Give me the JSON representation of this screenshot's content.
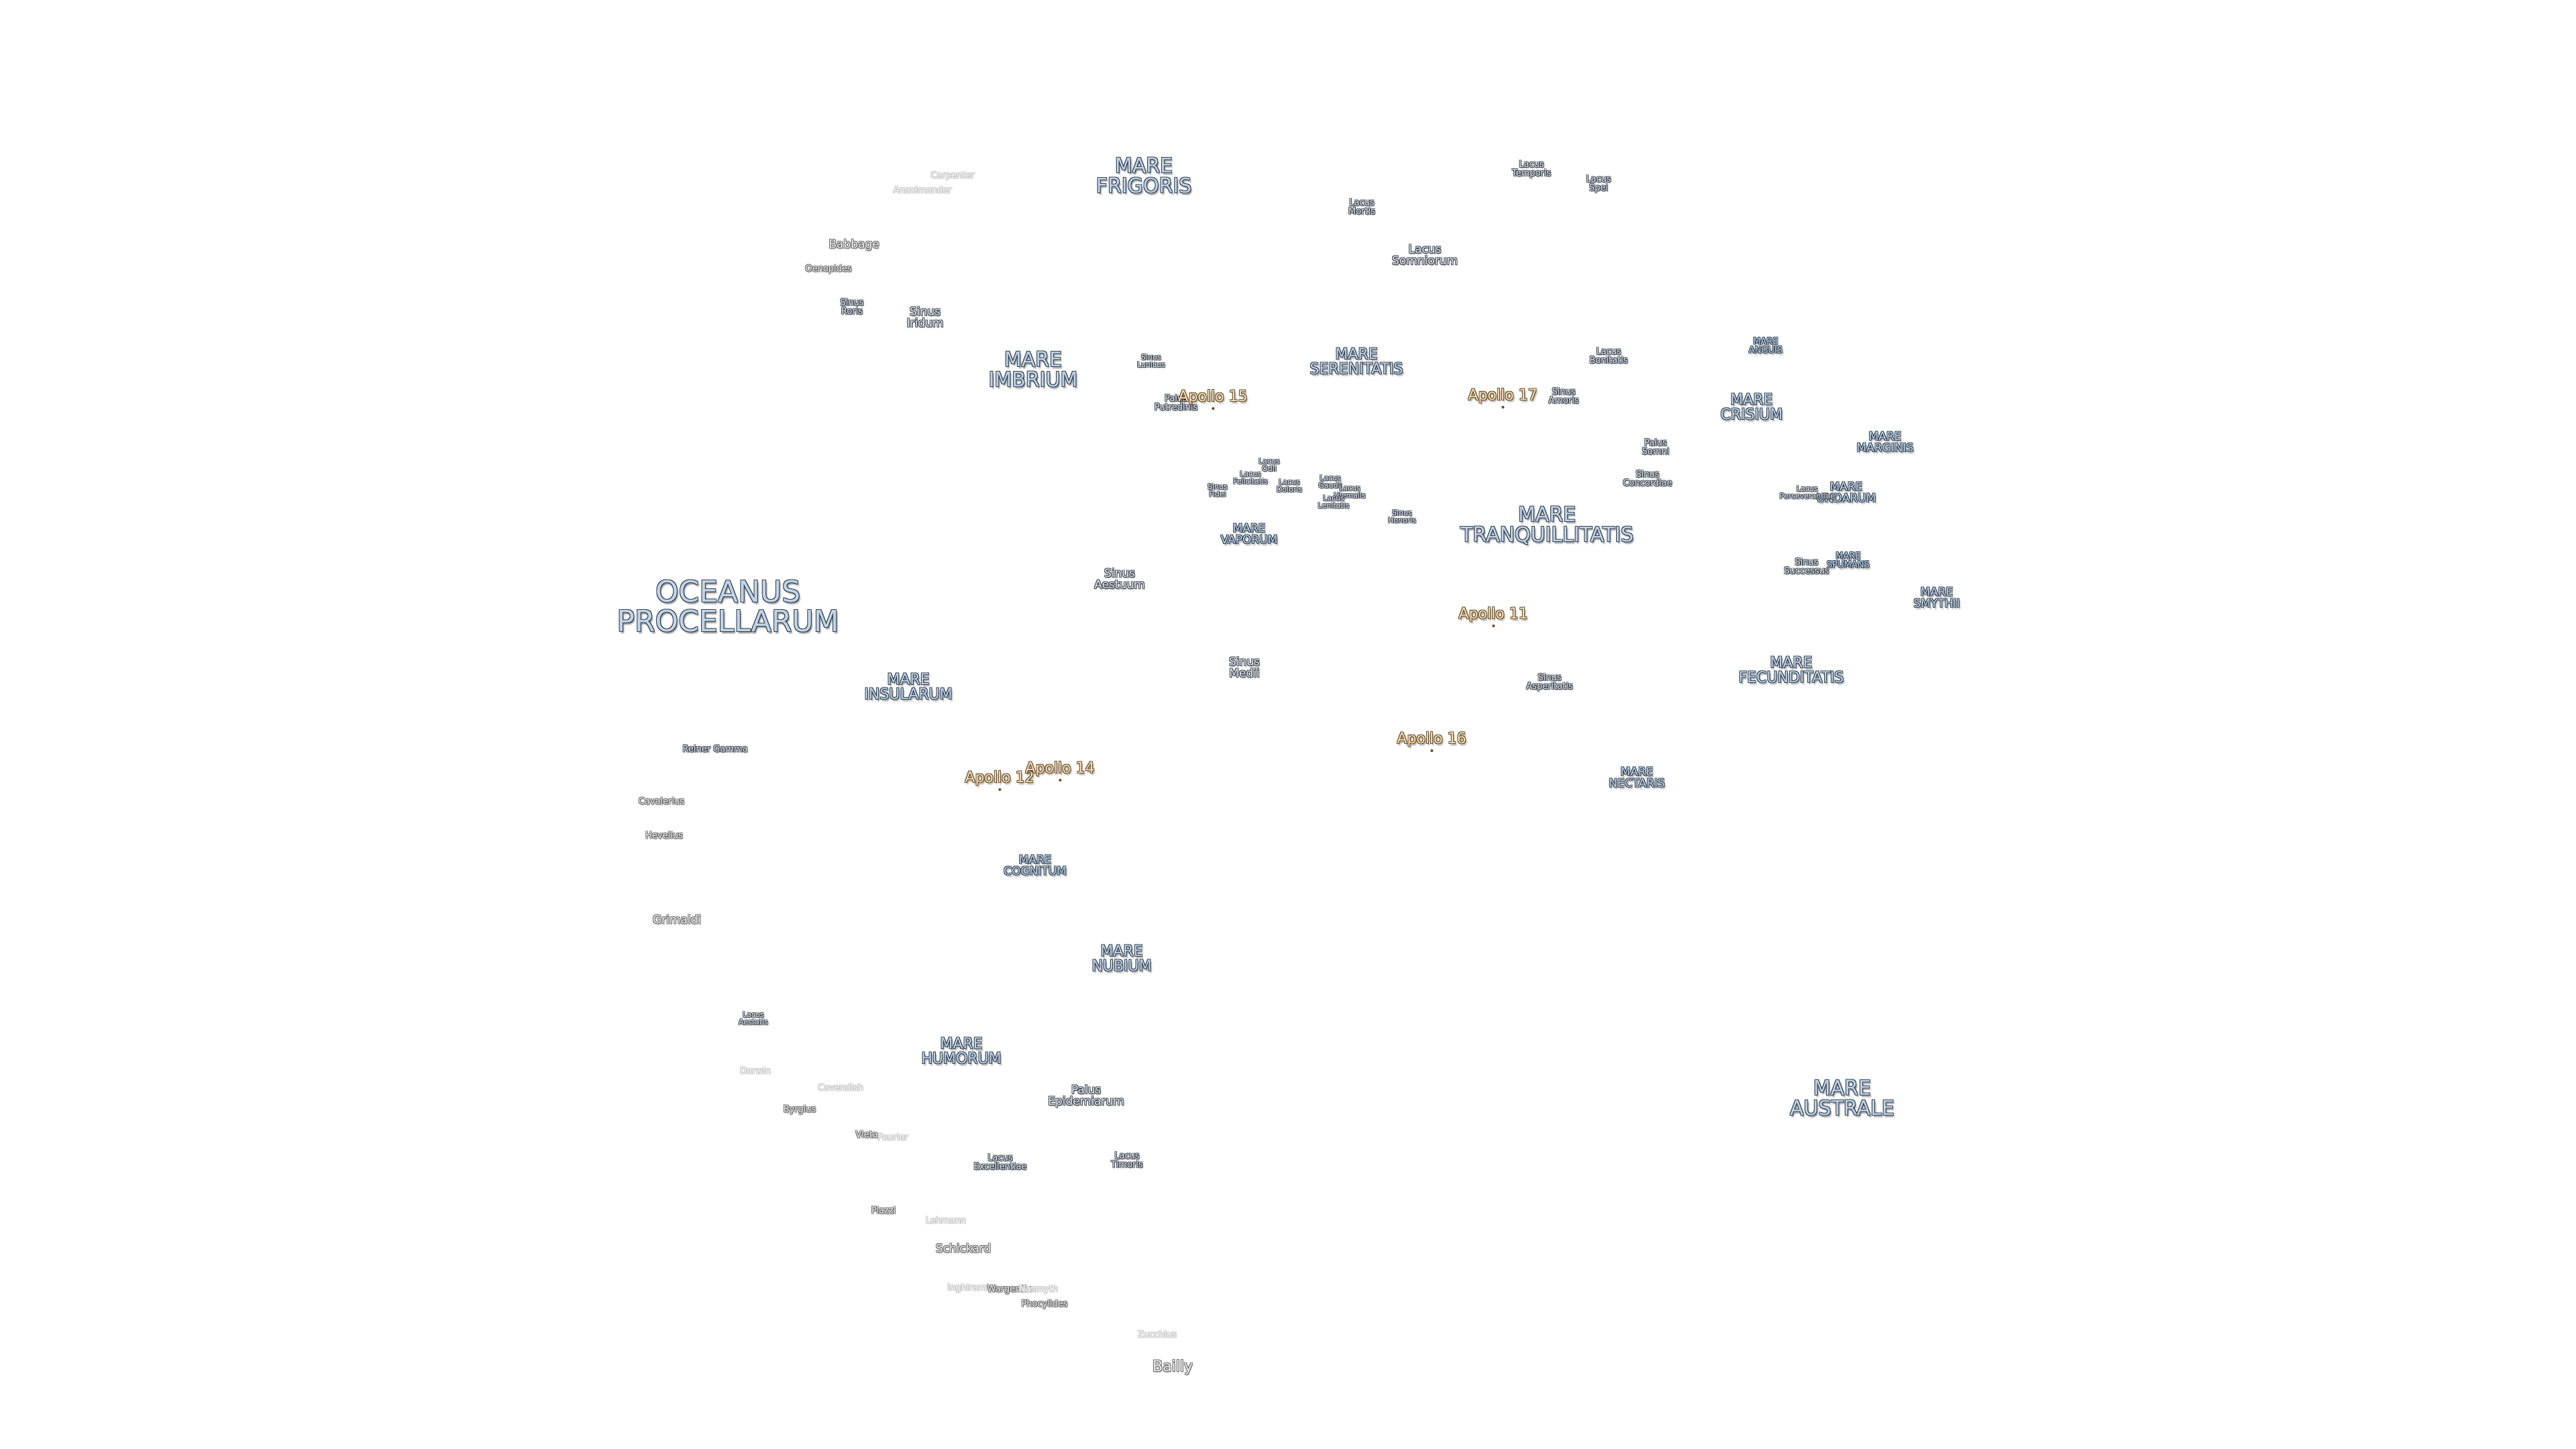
{
  "map": {
    "maria": {
      "oceanus_procellarum": "OCEANUS\nPROCELLARUM",
      "mare_frigoris": "MARE\nFRIGORIS",
      "mare_imbrium": "MARE\nIMBRIUM",
      "mare_serenitatis": "MARE\nSERENITATIS",
      "mare_tranquillitatis": "MARE\nTRANQUILLITATIS",
      "mare_crisium": "MARE\nCRISIUM",
      "mare_fecunditatis": "MARE\nFECUNDITATIS",
      "mare_nectaris": "MARE\nNECTARIS",
      "mare_australe": "MARE\nAUSTRALE",
      "mare_insularum": "MARE\nINSULARUM",
      "mare_cognitum": "MARE\nCOGNITUM",
      "mare_nubium": "MARE\nNUBIUM",
      "mare_humorum": "MARE\nHUMORUM",
      "mare_vaporum": "MARE\nVAPORUM",
      "mare_marginis": "MARE\nMARGINIS",
      "mare_undarum": "MARE\nUNDARUM",
      "mare_spumans": "MARE\nSPUMANS",
      "mare_smythii": "MARE\nSMYTHII",
      "mare_anguis": "MARE\nANGUIS"
    },
    "minor": {
      "lacus_somniorum": "Lacus\nSomniorum",
      "lacus_mortis": "Lacus\nMortis",
      "lacus_temporis": "Lacus\nTemporis",
      "lacus_spei": "Lacus\nSpei",
      "lacus_bonitatis": "Lacus\nBonitatis",
      "sinus_amoris": "Sinus\nAmoris",
      "palus_somni": "Palus\nSomni",
      "sinus_concordiae": "Sinus\nConcordiae",
      "lacus_perseverantiae": "Lacus\nPerseverantiae",
      "sinus_successus": "Sinus\nSuccessus",
      "sinus_iridum": "Sinus\nIridum",
      "sinus_roris": "Sinus\nRoris",
      "sinus_lunicus": "Sinus\nLunicus",
      "palus_putredinis": "Palus\nPutredinis",
      "lacus_odii": "Lacus\nOdii",
      "lacus_felicitatis": "Lacus\nFelicitatis",
      "lacus_doloris": "Lacus\nDoloris",
      "sinus_fidei": "Sinus\nFidei",
      "lacus_gaudii": "Lacus\nGaudii",
      "lacus_hiemalis": "Lacus\nHiemalis",
      "lacus_lenitatis": "Lacus\nLenitatis",
      "sinus_honoris": "Sinus\nHonoris",
      "sinus_aestuum": "Sinus\nAestuum",
      "sinus_medii": "Sinus\nMedii",
      "sinus_asperitatis": "Sinus\nAsperitatis",
      "palus_epidemiarum": "Palus\nEpidemiarum",
      "lacus_excellentiae": "Lacus\nExcellentiae",
      "lacus_timoris": "Lacus\nTimoris",
      "lacus_aestatis": "Lacus\nAestatis",
      "reiner_gamma": "Reiner Gamma"
    },
    "craters": {
      "carpenter": "Carpenter",
      "anaximander": "Anaximander",
      "babbage": "Babbage",
      "oenopides": "Oenopides",
      "cavalerius": "Cavalerius",
      "hevelius": "Hevelius",
      "grimaldi": "Grimaldi",
      "darwin": "Darwin",
      "cavendish": "Cavendish",
      "byrgius": "Byrgius",
      "vieta": "Vieta",
      "fourier": "Fourier",
      "piazzi": "Piazzi",
      "lehmann": "Lehmann",
      "schickard": "Schickard",
      "inghirami": "Inghirami",
      "wargentin": "Wargentin",
      "nasmyth": "Nasmyth",
      "phocylides": "Phocylides",
      "zucchius": "Zucchius",
      "bailly": "Bailly"
    },
    "apollo": {
      "apollo_11": "Apollo 11",
      "apollo_12": "Apollo 12",
      "apollo_14": "Apollo 14",
      "apollo_15": "Apollo 15",
      "apollo_16": "Apollo 16",
      "apollo_17": "Apollo 17"
    },
    "colors": {
      "background": "#ffffff",
      "mare_fill": "#c2d4e6",
      "mare_outline": "#2e3f52",
      "apollo_fill": "#f0dfc0",
      "apollo_outline": "#6b4a1e",
      "crater_outline": "#6a6a6a"
    }
  }
}
